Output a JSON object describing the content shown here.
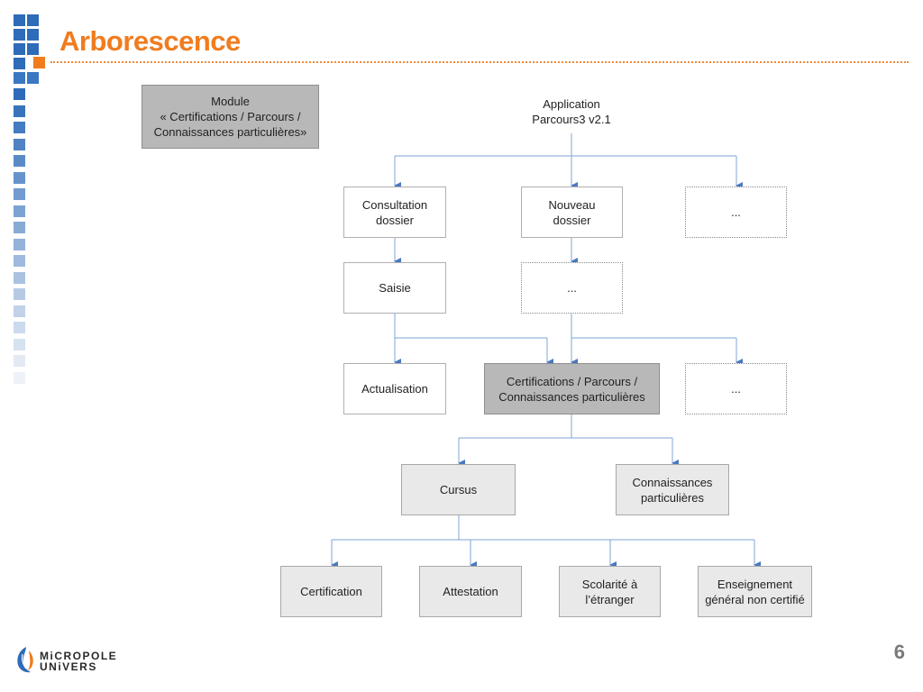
{
  "slide": {
    "title": "Arborescence",
    "page_number": "6"
  },
  "colors": {
    "title": "#f07c1e",
    "connector": "#7ea6d6",
    "arrow": "#4a78c0",
    "box_dark": "#b8b8b8",
    "box_light": "#e9e9e9"
  },
  "diagram": {
    "module_label": "Module\n« Certifications / Parcours / Connaissances particulières»",
    "root": "Application\nParcours3 v2.1",
    "consultation": "Consultation\ndossier",
    "nouveau": "Nouveau\ndossier",
    "etc_top": "...",
    "saisie": "Saisie",
    "etc_mid": "...",
    "actualisation": "Actualisation",
    "certifications": "Certifications / Parcours /\nConnaissances particulières",
    "etc_right": "...",
    "cursus": "Cursus",
    "connaissances": "Connaissances\nparticulières",
    "certification": "Certification",
    "attestation": "Attestation",
    "scolarite": "Scolarité à\nl’étranger",
    "enseignement": "Enseignement\ngénéral non certifié"
  },
  "logo": {
    "line1": "MiCROPOLE",
    "line2": "UNiVERS",
    "icon": "micropole-logo-icon"
  }
}
